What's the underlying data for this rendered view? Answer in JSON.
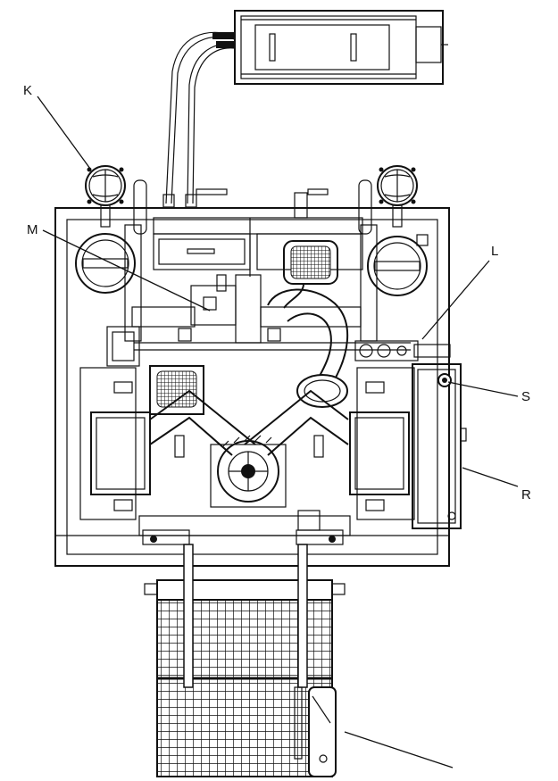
{
  "diagram": {
    "labels": {
      "k": "K",
      "m": "M",
      "l": "L",
      "s": "S",
      "r": "R"
    }
  },
  "colors": {
    "ink": "#111111",
    "paper": "#ffffff"
  }
}
